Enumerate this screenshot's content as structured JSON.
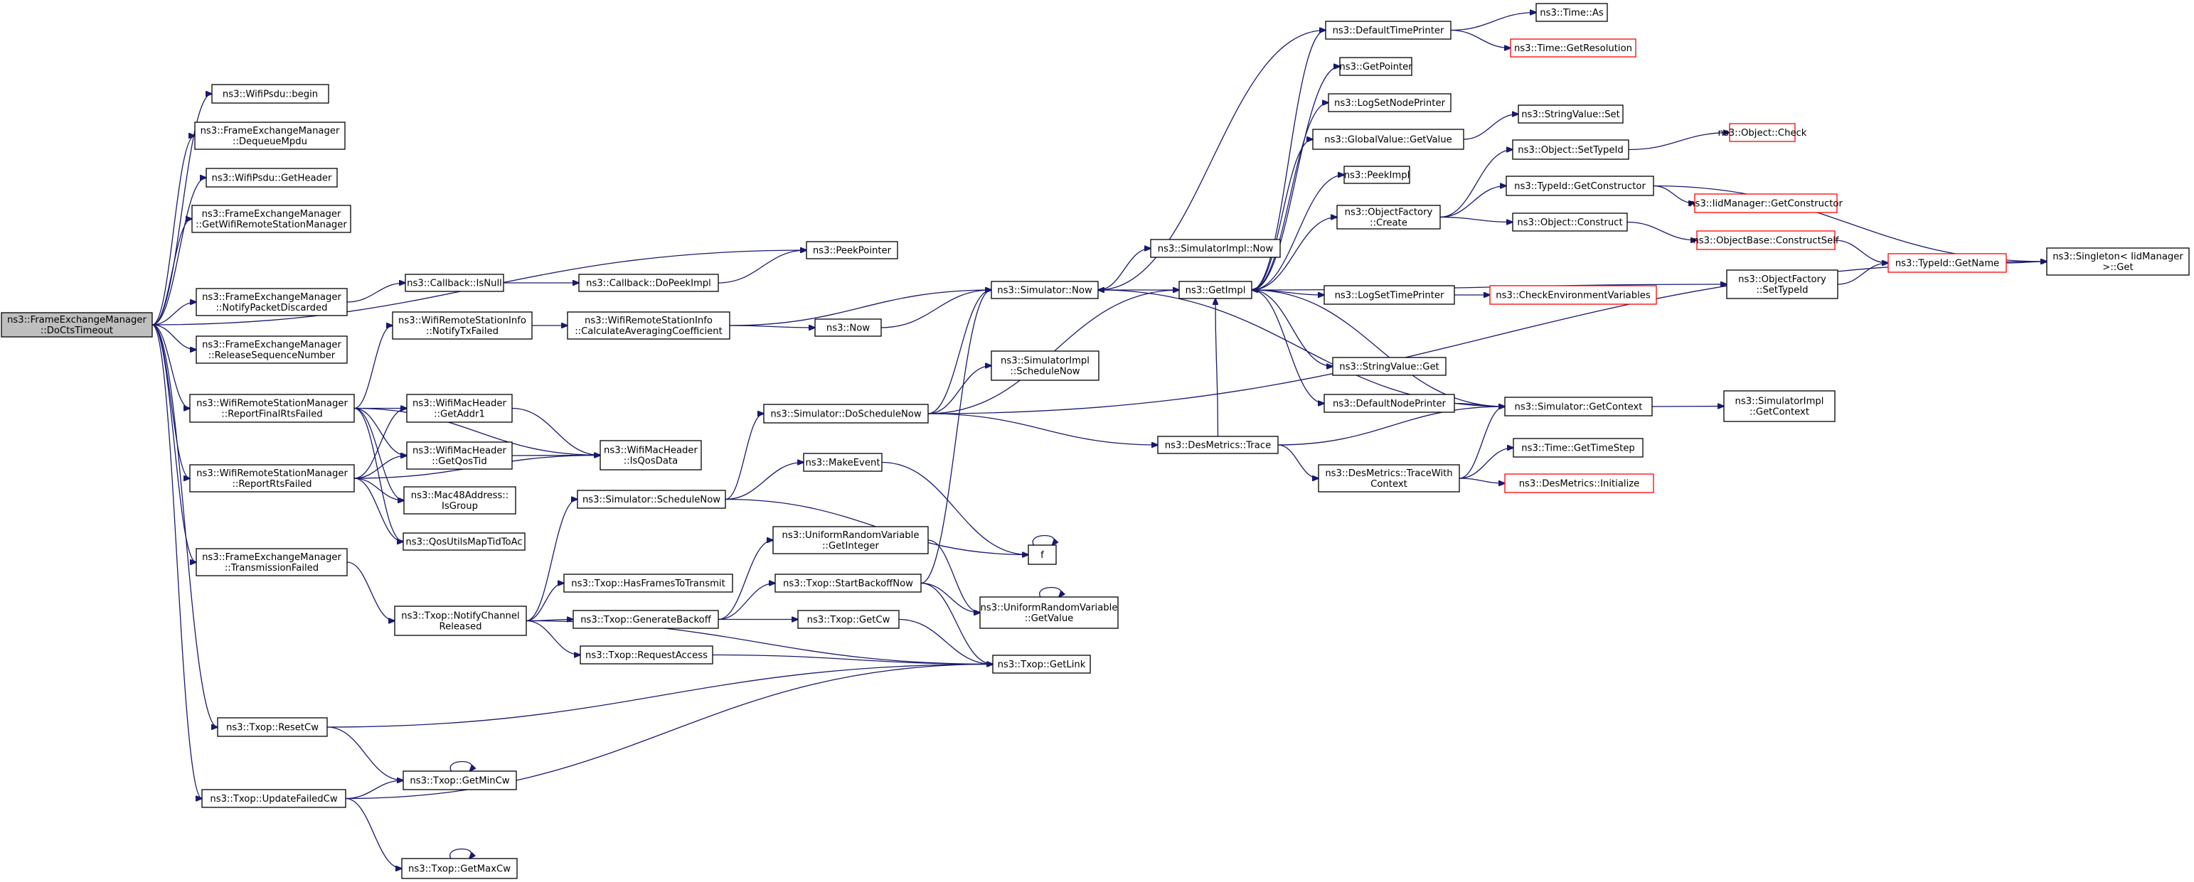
{
  "diagram": {
    "type": "call-graph",
    "root": "n0",
    "nodes": [
      {
        "id": "n0",
        "lines": [
          "ns3::FrameExchangeManager",
          "::DoCtsTimeout"
        ],
        "root": true
      },
      {
        "id": "n1",
        "lines": [
          "ns3::WifiPsdu::begin"
        ]
      },
      {
        "id": "n2",
        "lines": [
          "ns3::FrameExchangeManager",
          "::DequeueMpdu"
        ]
      },
      {
        "id": "n3",
        "lines": [
          "ns3::WifiPsdu::GetHeader"
        ]
      },
      {
        "id": "n4",
        "lines": [
          "ns3::FrameExchangeManager",
          "::GetWifiRemoteStationManager"
        ]
      },
      {
        "id": "n5",
        "lines": [
          "ns3::PeekPointer"
        ]
      },
      {
        "id": "n6",
        "lines": [
          "ns3::FrameExchangeManager",
          "::NotifyPacketDiscarded"
        ]
      },
      {
        "id": "n7",
        "lines": [
          "ns3::Callback::IsNull"
        ]
      },
      {
        "id": "n8",
        "lines": [
          "ns3::Callback::DoPeekImpl"
        ]
      },
      {
        "id": "n9",
        "lines": [
          "ns3::FrameExchangeManager",
          "::ReleaseSequenceNumber"
        ]
      },
      {
        "id": "n10",
        "lines": [
          "ns3::WifiRemoteStationManager",
          "::ReportFinalRtsFailed"
        ]
      },
      {
        "id": "n11",
        "lines": [
          "ns3::WifiRemoteStationInfo",
          "::NotifyTxFailed"
        ]
      },
      {
        "id": "n12",
        "lines": [
          "ns3::WifiRemoteStationInfo",
          "::CalculateAveragingCoefficient"
        ]
      },
      {
        "id": "n13",
        "lines": [
          "ns3::Simulator::Now"
        ]
      },
      {
        "id": "n14",
        "lines": [
          "ns3::Now"
        ]
      },
      {
        "id": "n15",
        "lines": [
          "ns3::WifiMacHeader",
          "::GetAddr1"
        ]
      },
      {
        "id": "n16",
        "lines": [
          "ns3::WifiMacHeader",
          "::GetQosTid"
        ]
      },
      {
        "id": "n17",
        "lines": [
          "ns3::WifiMacHeader",
          "::IsQosData"
        ]
      },
      {
        "id": "n18",
        "lines": [
          "ns3::Mac48Address::",
          "IsGroup"
        ]
      },
      {
        "id": "n19",
        "lines": [
          "ns3::QosUtilsMapTidToAc"
        ]
      },
      {
        "id": "n20",
        "lines": [
          "ns3::WifiRemoteStationManager",
          "::ReportRtsFailed"
        ]
      },
      {
        "id": "n21",
        "lines": [
          "ns3::FrameExchangeManager",
          "::TransmissionFailed"
        ]
      },
      {
        "id": "n22",
        "lines": [
          "ns3::Txop::NotifyChannel",
          "Released"
        ]
      },
      {
        "id": "n23",
        "lines": [
          "ns3::Simulator::ScheduleNow"
        ]
      },
      {
        "id": "n24",
        "lines": [
          "ns3::Simulator::DoScheduleNow"
        ]
      },
      {
        "id": "n25",
        "lines": [
          "ns3::MakeEvent"
        ]
      },
      {
        "id": "n26",
        "lines": [
          "f"
        ]
      },
      {
        "id": "n27",
        "lines": [
          "ns3::SimulatorImpl",
          "::ScheduleNow"
        ]
      },
      {
        "id": "n28",
        "lines": [
          "ns3::Txop::HasFramesToTransmit"
        ]
      },
      {
        "id": "n29",
        "lines": [
          "ns3::Txop::GenerateBackoff"
        ]
      },
      {
        "id": "n30",
        "lines": [
          "ns3::UniformRandomVariable",
          "::GetInteger"
        ]
      },
      {
        "id": "n31",
        "lines": [
          "ns3::Txop::StartBackoffNow"
        ]
      },
      {
        "id": "n32",
        "lines": [
          "ns3::Txop::GetCw"
        ]
      },
      {
        "id": "n33",
        "lines": [
          "ns3::UniformRandomVariable",
          "::GetValue"
        ]
      },
      {
        "id": "n34",
        "lines": [
          "ns3::Txop::RequestAccess"
        ]
      },
      {
        "id": "n35",
        "lines": [
          "ns3::Txop::GetLink"
        ]
      },
      {
        "id": "n36",
        "lines": [
          "ns3::Txop::ResetCw"
        ]
      },
      {
        "id": "n37",
        "lines": [
          "ns3::Txop::GetMinCw"
        ]
      },
      {
        "id": "n38",
        "lines": [
          "ns3::Txop::UpdateFailedCw"
        ]
      },
      {
        "id": "n39",
        "lines": [
          "ns3::Txop::GetMaxCw"
        ]
      },
      {
        "id": "n40",
        "lines": [
          "ns3::SimulatorImpl::Now"
        ]
      },
      {
        "id": "n41",
        "lines": [
          "ns3::GetImpl"
        ]
      },
      {
        "id": "n42",
        "lines": [
          "ns3::DefaultTimePrinter"
        ]
      },
      {
        "id": "n43",
        "lines": [
          "ns3::Time::As"
        ]
      },
      {
        "id": "n44",
        "lines": [
          "ns3::Time::GetResolution"
        ],
        "truncated": true
      },
      {
        "id": "n45",
        "lines": [
          "ns3::GetPointer"
        ]
      },
      {
        "id": "n46",
        "lines": [
          "ns3::LogSetNodePrinter"
        ]
      },
      {
        "id": "n47",
        "lines": [
          "ns3::GlobalValue::GetValue"
        ]
      },
      {
        "id": "n48",
        "lines": [
          "ns3::StringValue::Set"
        ]
      },
      {
        "id": "n49",
        "lines": [
          "ns3::PeekImpl"
        ]
      },
      {
        "id": "n50",
        "lines": [
          "ns3::ObjectFactory",
          "::Create"
        ]
      },
      {
        "id": "n51",
        "lines": [
          "ns3::Object::SetTypeId"
        ]
      },
      {
        "id": "n52",
        "lines": [
          "ns3::Object::Check"
        ],
        "truncated": true
      },
      {
        "id": "n53",
        "lines": [
          "ns3::TypeId::GetConstructor"
        ]
      },
      {
        "id": "n54",
        "lines": [
          "ns3::IidManager::GetConstructor"
        ],
        "truncated": true
      },
      {
        "id": "n55",
        "lines": [
          "ns3::Object::Construct"
        ]
      },
      {
        "id": "n56",
        "lines": [
          "ns3::ObjectBase::ConstructSelf"
        ],
        "truncated": true
      },
      {
        "id": "n57",
        "lines": [
          "ns3::TypeId::GetName"
        ],
        "truncated": true
      },
      {
        "id": "n58",
        "lines": [
          "ns3::Singleton< IidManager",
          ">::Get"
        ]
      },
      {
        "id": "n59",
        "lines": [
          "ns3::ObjectFactory",
          "::SetTypeId"
        ]
      },
      {
        "id": "n60",
        "lines": [
          "ns3::LogSetTimePrinter"
        ]
      },
      {
        "id": "n61",
        "lines": [
          "ns3::CheckEnvironmentVariables"
        ],
        "truncated": true
      },
      {
        "id": "n62",
        "lines": [
          "ns3::StringValue::Get"
        ]
      },
      {
        "id": "n63",
        "lines": [
          "ns3::DefaultNodePrinter"
        ]
      },
      {
        "id": "n64",
        "lines": [
          "ns3::Simulator::GetContext"
        ]
      },
      {
        "id": "n65",
        "lines": [
          "ns3::SimulatorImpl",
          "::GetContext"
        ]
      },
      {
        "id": "n66",
        "lines": [
          "ns3::DesMetrics::Trace"
        ]
      },
      {
        "id": "n67",
        "lines": [
          "ns3::DesMetrics::TraceWith",
          "Context"
        ]
      },
      {
        "id": "n68",
        "lines": [
          "ns3::Time::GetTimeStep"
        ]
      },
      {
        "id": "n69",
        "lines": [
          "ns3::DesMetrics::Initialize"
        ],
        "truncated": true
      }
    ],
    "edges": [
      [
        "n0",
        "n1"
      ],
      [
        "n0",
        "n2"
      ],
      [
        "n0",
        "n3"
      ],
      [
        "n0",
        "n4"
      ],
      [
        "n0",
        "n5"
      ],
      [
        "n0",
        "n6"
      ],
      [
        "n0",
        "n9"
      ],
      [
        "n0",
        "n10"
      ],
      [
        "n0",
        "n20"
      ],
      [
        "n0",
        "n21"
      ],
      [
        "n0",
        "n36"
      ],
      [
        "n0",
        "n38"
      ],
      [
        "n6",
        "n7"
      ],
      [
        "n7",
        "n8"
      ],
      [
        "n8",
        "n5"
      ],
      [
        "n10",
        "n11"
      ],
      [
        "n10",
        "n15"
      ],
      [
        "n10",
        "n16"
      ],
      [
        "n10",
        "n17"
      ],
      [
        "n10",
        "n18"
      ],
      [
        "n10",
        "n19"
      ],
      [
        "n11",
        "n12"
      ],
      [
        "n12",
        "n13"
      ],
      [
        "n12",
        "n14"
      ],
      [
        "n14",
        "n13"
      ],
      [
        "n15",
        "n17"
      ],
      [
        "n16",
        "n17"
      ],
      [
        "n20",
        "n15"
      ],
      [
        "n20",
        "n16"
      ],
      [
        "n20",
        "n17"
      ],
      [
        "n20",
        "n18"
      ],
      [
        "n20",
        "n19"
      ],
      [
        "n21",
        "n22"
      ],
      [
        "n22",
        "n23"
      ],
      [
        "n22",
        "n28"
      ],
      [
        "n22",
        "n29"
      ],
      [
        "n22",
        "n34"
      ],
      [
        "n22",
        "n35"
      ],
      [
        "n23",
        "n24"
      ],
      [
        "n23",
        "n25"
      ],
      [
        "n23",
        "n26"
      ],
      [
        "n24",
        "n13"
      ],
      [
        "n24",
        "n27"
      ],
      [
        "n24",
        "n41"
      ],
      [
        "n24",
        "n66"
      ],
      [
        "n24",
        "n58"
      ],
      [
        "n25",
        "n26"
      ],
      [
        "n26",
        "n26"
      ],
      [
        "n29",
        "n30"
      ],
      [
        "n29",
        "n31"
      ],
      [
        "n29",
        "n32"
      ],
      [
        "n30",
        "n33"
      ],
      [
        "n31",
        "n13"
      ],
      [
        "n31",
        "n33"
      ],
      [
        "n31",
        "n35"
      ],
      [
        "n32",
        "n35"
      ],
      [
        "n34",
        "n35"
      ],
      [
        "n36",
        "n35"
      ],
      [
        "n36",
        "n37"
      ],
      [
        "n37",
        "n37"
      ],
      [
        "n38",
        "n35"
      ],
      [
        "n38",
        "n37"
      ],
      [
        "n38",
        "n39"
      ],
      [
        "n39",
        "n39"
      ],
      [
        "n33",
        "n33"
      ],
      [
        "n13",
        "n40"
      ],
      [
        "n13",
        "n41"
      ],
      [
        "n41",
        "n42"
      ],
      [
        "n41",
        "n45"
      ],
      [
        "n41",
        "n46"
      ],
      [
        "n41",
        "n47"
      ],
      [
        "n41",
        "n49"
      ],
      [
        "n41",
        "n50"
      ],
      [
        "n41",
        "n59"
      ],
      [
        "n41",
        "n60"
      ],
      [
        "n41",
        "n62"
      ],
      [
        "n41",
        "n63"
      ],
      [
        "n42",
        "n43"
      ],
      [
        "n42",
        "n44"
      ],
      [
        "n42",
        "n13"
      ],
      [
        "n47",
        "n48"
      ],
      [
        "n50",
        "n51"
      ],
      [
        "n50",
        "n53"
      ],
      [
        "n50",
        "n55"
      ],
      [
        "n51",
        "n52"
      ],
      [
        "n53",
        "n54"
      ],
      [
        "n53",
        "n58"
      ],
      [
        "n55",
        "n56"
      ],
      [
        "n56",
        "n57"
      ],
      [
        "n57",
        "n58"
      ],
      [
        "n59",
        "n57"
      ],
      [
        "n60",
        "n61"
      ],
      [
        "n63",
        "n64"
      ],
      [
        "n64",
        "n65"
      ],
      [
        "n64",
        "n13"
      ],
      [
        "n64",
        "n41"
      ],
      [
        "n66",
        "n41"
      ],
      [
        "n66",
        "n64"
      ],
      [
        "n66",
        "n67"
      ],
      [
        "n67",
        "n64"
      ],
      [
        "n67",
        "n68"
      ],
      [
        "n67",
        "n69"
      ]
    ]
  }
}
